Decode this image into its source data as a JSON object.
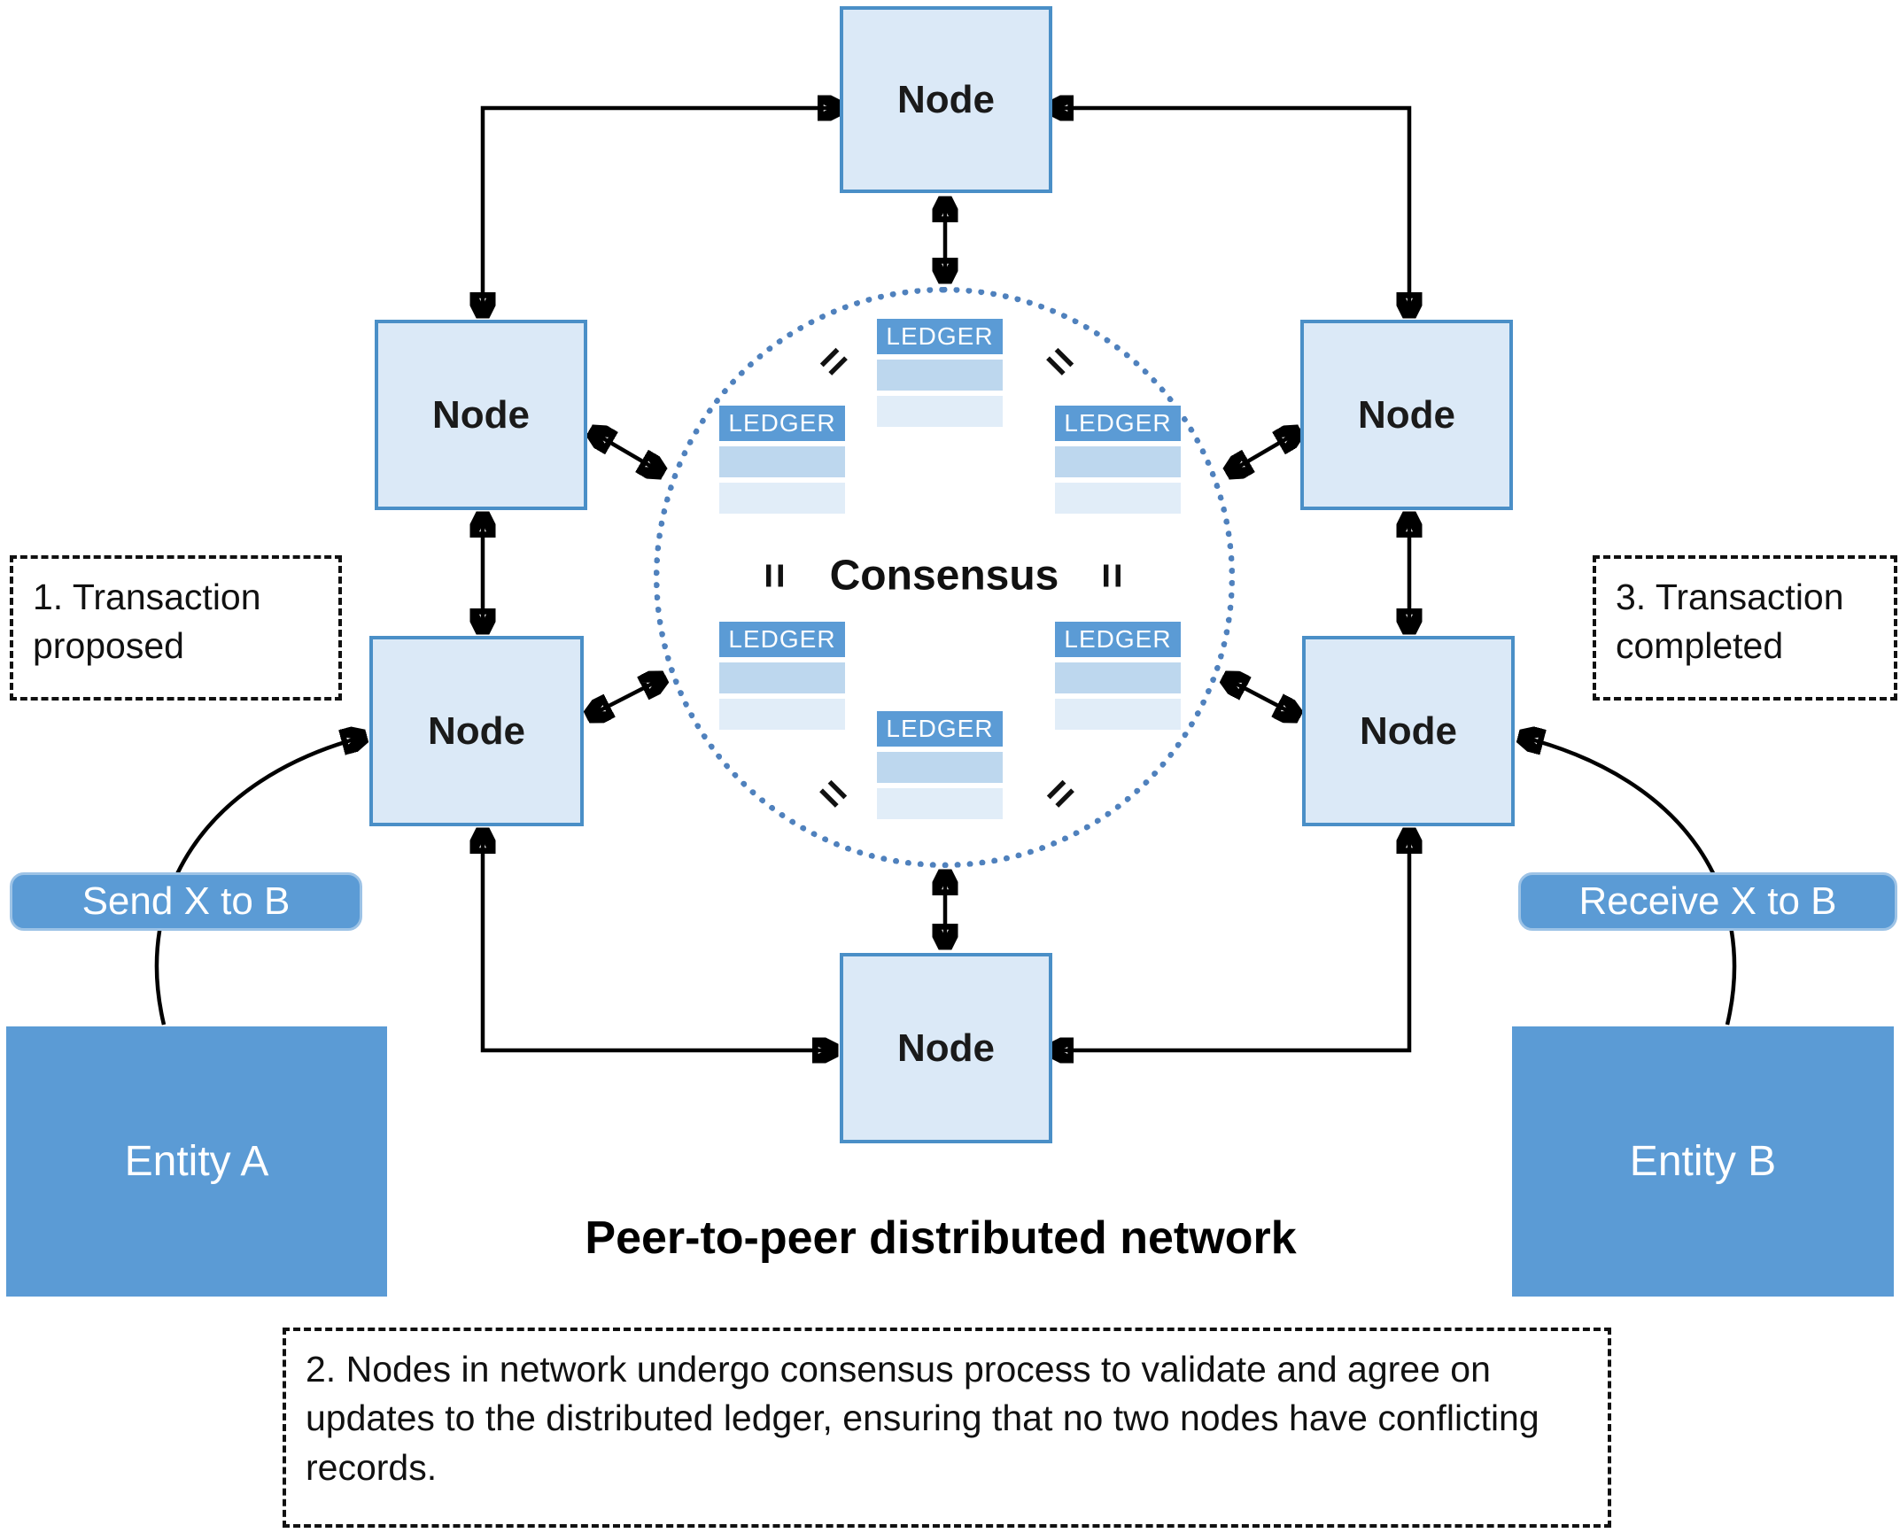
{
  "diagram": {
    "title": "Peer-to-peer distributed network",
    "node_label": "Node",
    "consensus_label": "Consensus",
    "ledger_label": "LEDGER",
    "equals_mark": "=",
    "annotations": {
      "step1": "1. Transaction proposed",
      "step2": "2. Nodes in network undergo consensus process to validate and agree on updates to the distributed ledger, ensuring that no two nodes have conflicting records.",
      "step3": "3. Transaction completed"
    },
    "labels": {
      "send": "Send X to B",
      "receive": "Receive X to B"
    },
    "entities": {
      "a": "Entity A",
      "b": "Entity B"
    },
    "colors": {
      "node_fill": "#dbe9f7",
      "node_border": "#4a8fc7",
      "ledger_header_fill": "#5b9bd5",
      "ledger_row1_fill": "#bdd7ee",
      "ledger_row2_fill": "#e1edf8",
      "entity_fill": "#5b9bd5",
      "pill_fill": "#5b9bd5",
      "circle_dot": "#4f81bd",
      "arrow": "#000000"
    }
  }
}
